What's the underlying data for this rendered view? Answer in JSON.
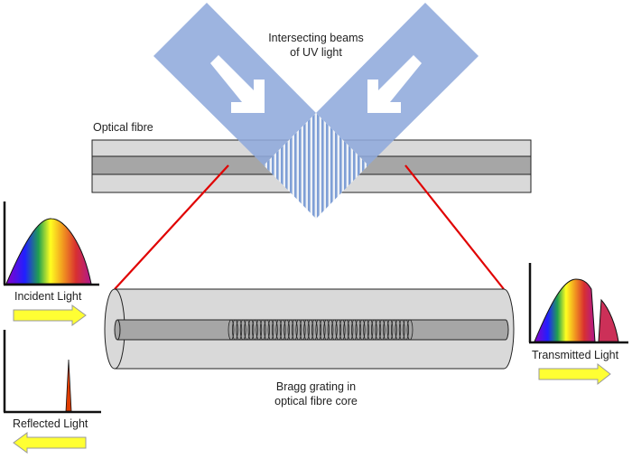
{
  "title_lines": [
    "Intersecting beams",
    "of UV light"
  ],
  "fibre_label": "Optical fibre",
  "grating_caption_lines": [
    "Bragg grating in",
    "optical fibre core"
  ],
  "incident": {
    "label": "Incident Light",
    "arrow_direction": "right"
  },
  "reflected": {
    "label": "Reflected Light",
    "arrow_direction": "left"
  },
  "transmitted": {
    "label": "Transmitted Light",
    "arrow_direction": "right"
  },
  "colors": {
    "uv_beam": "#8faadc",
    "fibre_cladding": "#d9d9d9",
    "fibre_core": "#a6a6a6",
    "zoom_lines": "#e00000",
    "arrow_fill": "#ffff33",
    "reflected_peak": "#e03c00"
  },
  "icons": {
    "beam_arrow": "white-diagonal-arrow",
    "flow_arrow": "yellow-block-arrow"
  }
}
